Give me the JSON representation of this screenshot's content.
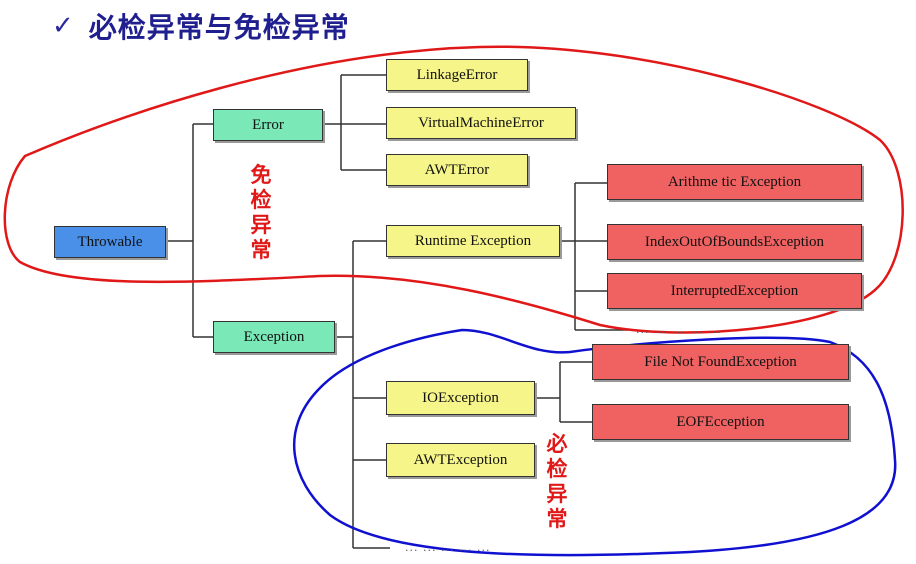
{
  "title": {
    "check": "✓",
    "text": "必检异常与免检异常"
  },
  "nodes": {
    "throwable": "Throwable",
    "error": "Error",
    "exception": "Exception",
    "linkage_error": "LinkageError",
    "virtual_machine_error": "VirtualMachineError",
    "awt_error": "AWTError",
    "runtime_exception": "Runtime Exception",
    "arithmetic_exception": "Arithme tic Exception",
    "index_out_of_bounds_exception": "IndexOutOfBoundsException",
    "interrupted_exception": "InterruptedException",
    "io_exception": "IOException",
    "file_not_found_exception": "File Not FoundException",
    "eof_exception": "EOFEcception",
    "awt_exception": "AWTException"
  },
  "ellipses": {
    "runtime_more": "... ... ... ... ...",
    "exception_more": "... ... ... ... ..."
  },
  "annotations": {
    "unchecked": [
      "免",
      "检",
      "异",
      "常"
    ],
    "checked": [
      "必",
      "检",
      "异",
      "常"
    ]
  },
  "colors": {
    "title": "#1f1f8f",
    "annotation_text": "#e01818",
    "unchecked_outline": "#e01818",
    "checked_outline": "#1010d0",
    "root_node": "#4a8fe8",
    "level1_node": "#7be8b8",
    "level2_node": "#f6f589",
    "leaf_node": "#f06161"
  }
}
